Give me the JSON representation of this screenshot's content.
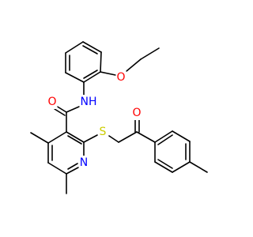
{
  "atoms": [
    {
      "id": "o_ether",
      "label": "O",
      "color": "#ff0000"
    },
    {
      "id": "n_amide",
      "label": "NH",
      "color": "#0000ff"
    },
    {
      "id": "o_amide",
      "label": "O",
      "color": "#ff0000"
    },
    {
      "id": "s_thio",
      "label": "S",
      "color": "#cccc00"
    },
    {
      "id": "o_ketone",
      "label": "O",
      "color": "#ff0000"
    },
    {
      "id": "n_pyridine",
      "label": "N",
      "color": "#0000ff"
    }
  ]
}
